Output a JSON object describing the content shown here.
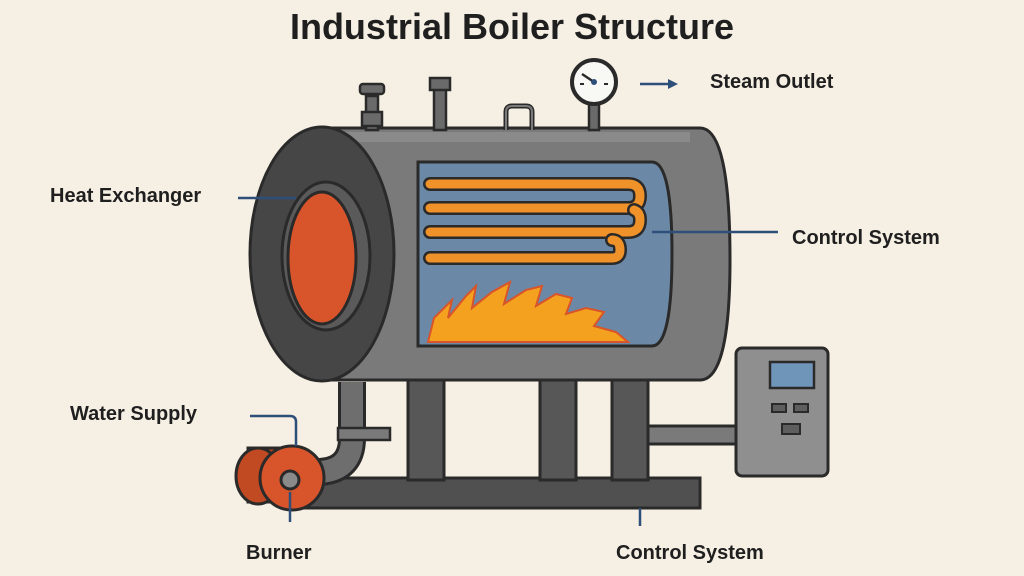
{
  "title": "Industrial Boiler Structure",
  "labels": {
    "steam_outlet": "Steam Outlet",
    "heat_exchanger": "Heat Exchanger",
    "control_system_right": "Control System",
    "water_supply": "Water Supply",
    "burner": "Burner",
    "control_system_bottom": "Control System"
  },
  "colors": {
    "background": "#f6efe3",
    "shell": "#7a7a7a",
    "shell_dark": "#4f4f4f",
    "outline": "#2a2a2a",
    "water": "#6b89a6",
    "tube": "#f0922a",
    "flame": "#f4a11f",
    "burner_red": "#d8542a",
    "leader": "#2e4f7a",
    "panel": "#8f8f8f",
    "screen": "#6f95b8"
  }
}
